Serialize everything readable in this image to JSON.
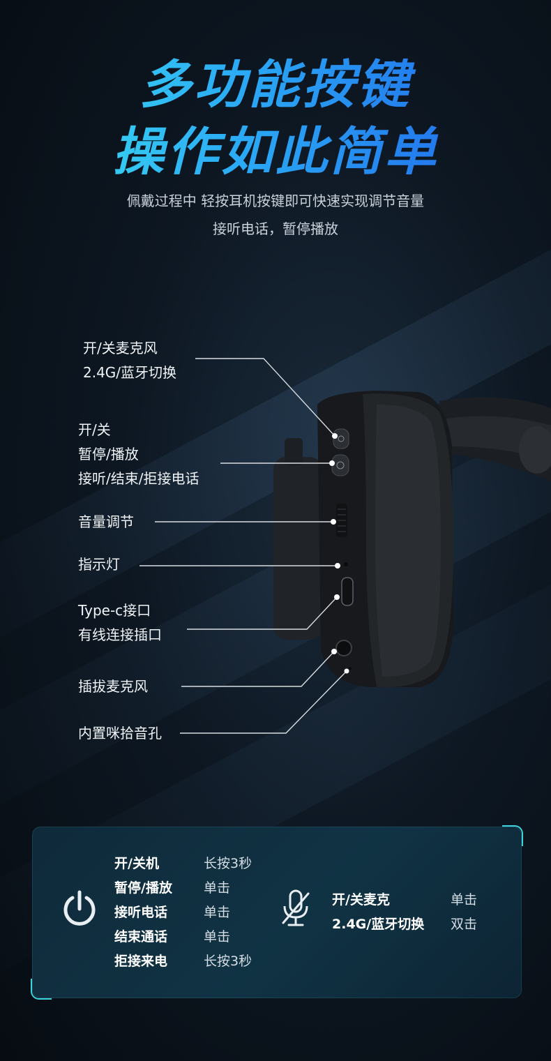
{
  "header": {
    "title_line1": "多功能按键",
    "title_line2": "操作如此简单",
    "subtitle_line1": "佩戴过程中 轻按耳机按键即可快速实现调节音量",
    "subtitle_line2": "接听电话，暂停播放"
  },
  "callouts": {
    "mic_bt": [
      "开/关麦克风",
      "2.4G/蓝牙切换"
    ],
    "power": [
      "开/关",
      "暂停/播放",
      "接听/结束/拒接电话"
    ],
    "volume": [
      "音量调节"
    ],
    "indicator": [
      "指示灯"
    ],
    "typec": [
      "Type-c接口",
      "有线连接插口"
    ],
    "mic_plug": [
      "插拔麦克风"
    ],
    "builtin_mic": [
      "内置咪拾音孔"
    ]
  },
  "panel": {
    "left_icon": "power-icon",
    "right_icon": "mic-off-icon",
    "left_rows": [
      {
        "name": "开/关机",
        "value": "长按3秒"
      },
      {
        "name": "暂停/播放",
        "value": "单击"
      },
      {
        "name": "接听电话",
        "value": "单击"
      },
      {
        "name": "结束通话",
        "value": "单击"
      },
      {
        "name": "拒接来电",
        "value": "长按3秒"
      }
    ],
    "right_rows": [
      {
        "name": "开/关麦克",
        "value": "单击"
      },
      {
        "name": "2.4G/蓝牙切换",
        "value": "双击"
      }
    ]
  },
  "colors": {
    "accent_cyan": "#3ee6f0",
    "accent_blue": "#1f5fe8",
    "panel_bg": "#103344"
  }
}
